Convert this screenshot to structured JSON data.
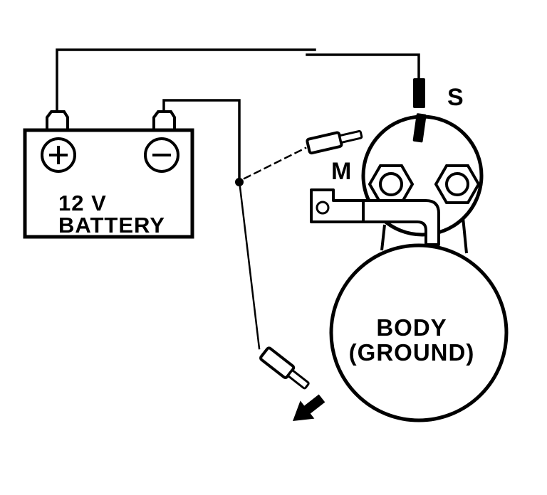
{
  "diagram": {
    "background_color": "#ffffff",
    "line_color": "#000000",
    "battery": {
      "label_line1": "12 V",
      "label_line2": "BATTERY",
      "positive_terminal_icon": "plus-circle",
      "negative_terminal_icon": "minus-circle"
    },
    "solenoid": {
      "s_terminal_label": "S",
      "m_terminal_label": "M"
    },
    "starter_body": {
      "label_line1": "BODY",
      "label_line2": "(GROUND)"
    },
    "icons": {
      "probe_arrow_icon": "arrow-down-left",
      "junction_icon": "junction-dot",
      "test_connector_icon": "bullet-connector"
    }
  }
}
